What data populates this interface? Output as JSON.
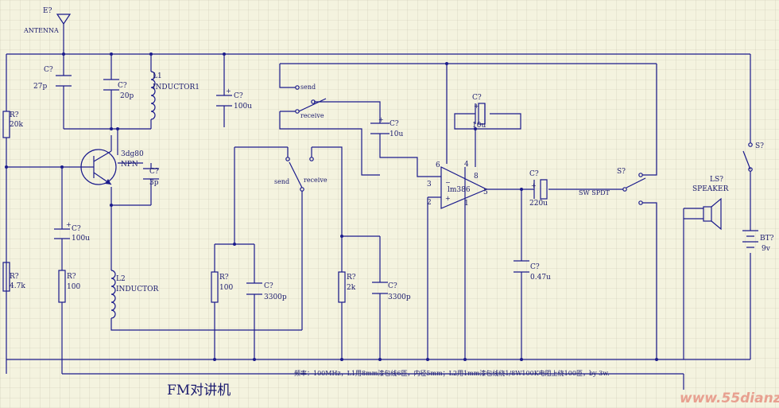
{
  "title": "FM对讲机",
  "note": "频率：100MHz，L1用8mm漆包线6匝，内径5mm；L2用1mm漆包线绕1/8W100K电阻上绕100匝，by 3w.",
  "watermark": "www.55dianzi.com",
  "antenna": {
    "ref": "E?",
    "name": "ANTENNA"
  },
  "transistor": {
    "part": "3dg80",
    "type": "NPN"
  },
  "chip": {
    "name": "lm386",
    "pins": {
      "p2": "2",
      "p3": "3",
      "p4": "4",
      "p5": "5",
      "p6": "6",
      "p8": "8",
      "p1": "1"
    }
  },
  "components": {
    "c27p": {
      "ref": "C?",
      "value": "27p"
    },
    "c20p": {
      "ref": "C?",
      "value": "20p"
    },
    "l1": {
      "ref": "L1",
      "name": "INDUCTOR1"
    },
    "c100u": {
      "ref": "C?",
      "value": "100u"
    },
    "c10u_a": {
      "ref": "C?",
      "value": "10u"
    },
    "c10u_b": {
      "ref": "C?",
      "value": "10u"
    },
    "r20k": {
      "ref": "R?",
      "value": "20k"
    },
    "c3p": {
      "ref": "C?",
      "value": "3p"
    },
    "c100u_b": {
      "ref": "C?",
      "value": "100u"
    },
    "r47k": {
      "ref": "R?",
      "value": "4.7k"
    },
    "r100_a": {
      "ref": "R?",
      "value": "100"
    },
    "l2": {
      "ref": "L2",
      "name": "INDUCTOR"
    },
    "r100_b": {
      "ref": "R?",
      "value": "100"
    },
    "c3300p_a": {
      "ref": "C?",
      "value": "3300p"
    },
    "r2k": {
      "ref": "R?",
      "value": "2k"
    },
    "c3300p_b": {
      "ref": "C?",
      "value": "3300p"
    },
    "c220u": {
      "ref": "C?",
      "value": "220u"
    },
    "c047u": {
      "ref": "C?",
      "value": "0.47u"
    },
    "sw_out": {
      "ref": "S?",
      "name": "SW SPDT"
    },
    "speaker": {
      "ref": "LS?",
      "name": "SPEAKER"
    },
    "sw_power": {
      "ref": "S?"
    },
    "battery": {
      "ref": "BT?",
      "value": "9v"
    }
  },
  "switch_labels": {
    "send": "send",
    "receive": "receive"
  }
}
